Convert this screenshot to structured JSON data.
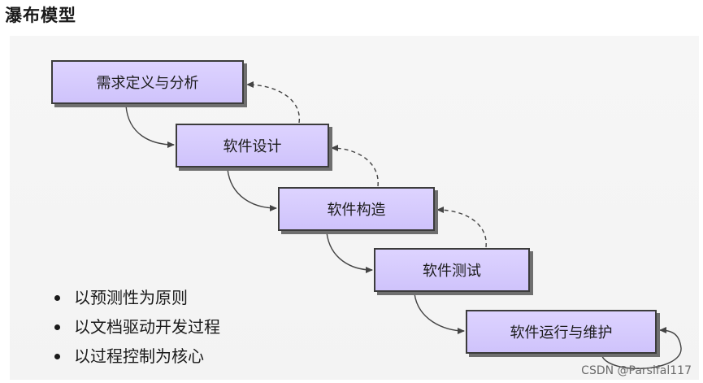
{
  "heading": "瀑布模型",
  "stages": [
    "需求定义与分析",
    "软件设计",
    "软件构造",
    "软件测试",
    "软件运行与维护"
  ],
  "bullets": [
    "以预测性为原则",
    "以文档驱动开发过程",
    "以过程控制为核心"
  ],
  "watermark": "CSDN @Parsifal117",
  "colors": {
    "box_fill": "#d8cdfd",
    "box_border": "#3c3c3c",
    "arrow": "#444444"
  }
}
